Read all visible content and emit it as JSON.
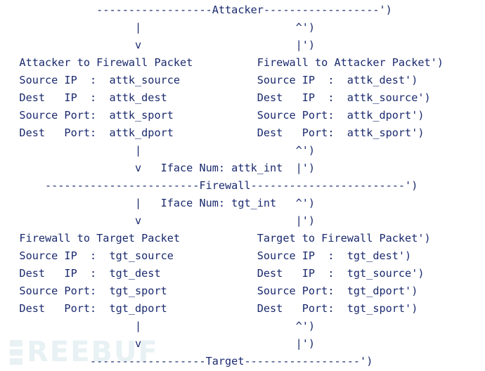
{
  "lines": [
    "               ------------------Attacker------------------')",
    "                     |                        ^')",
    "                     v                        |')",
    "   Attacker to Firewall Packet          Firewall to Attacker Packet')",
    "   Source IP  :  attk_source            Source IP  :  attk_dest')",
    "   Dest   IP  :  attk_dest              Dest   IP  :  attk_source')",
    "   Source Port:  attk_sport             Source Port:  attk_dport')",
    "   Dest   Port:  attk_dport             Dest   Port:  attk_sport')",
    "                     |                        ^')",
    "                     v   Iface Num: attk_int  |')",
    "       ------------------------Firewall------------------------')",
    "                     |   Iface Num: tgt_int   ^')",
    "                     v                        |')",
    "   Firewall to Target Packet            Target to Firewall Packet')",
    "   Source IP  :  tgt_source             Source IP  :  tgt_dest')",
    "   Dest   IP  :  tgt_dest               Dest   IP  :  tgt_source')",
    "   Source Port:  tgt_sport              Source Port:  tgt_dport')",
    "   Dest   Port:  tgt_dport              Dest   Port:  tgt_sport')",
    "                     |                        ^')",
    "                     v                        |')",
    "              ------------------Target------------------')"
  ],
  "watermark": {
    "text": "REEBUF"
  },
  "colors": {
    "text": "#1a2a6e",
    "background": "#ffffff",
    "watermark": "#d7e6ea"
  }
}
